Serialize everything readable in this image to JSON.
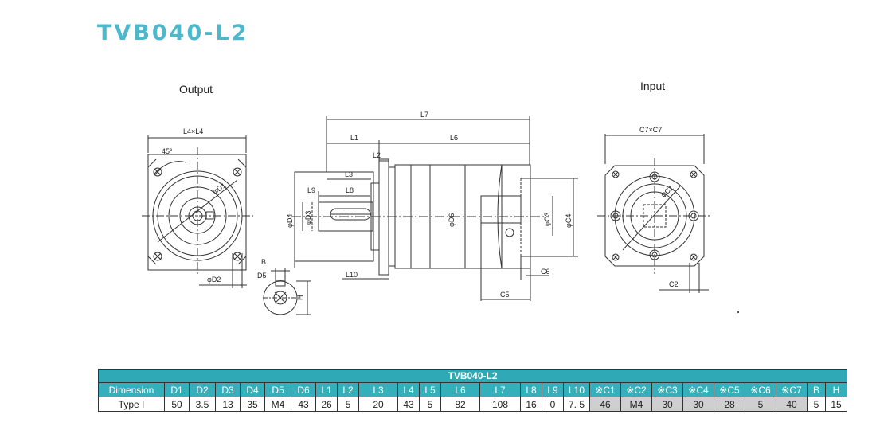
{
  "header": {
    "title": "TVB040-L2"
  },
  "views": {
    "output_label": "Output",
    "input_label": "Input"
  },
  "dimension_labels": {
    "out_width": "L4×L4",
    "out_angle": "45°",
    "out_d1": "φD1",
    "out_d2": "φD2",
    "side_l7": "L7",
    "side_l1": "L1",
    "side_l6": "L6",
    "side_l2": "L2",
    "side_l3": "L3",
    "side_l9": "L9",
    "side_l8": "L8",
    "side_d3": "φD3",
    "side_d4": "φD4",
    "side_d6": "φD6",
    "side_c3": "φC3",
    "side_c4": "φC4",
    "side_l10": "L10",
    "side_c6": "C6",
    "side_c5": "C5",
    "key_b": "B",
    "key_d5": "D5",
    "key_h": "H",
    "in_width": "C7×C7",
    "in_c1": "φC1",
    "in_c2": "C2"
  },
  "table": {
    "title": "TVB040-L2",
    "headers": [
      "Dimension",
      "D1",
      "D2",
      "D3",
      "D4",
      "D5",
      "D6",
      "L1",
      "L2",
      "L3",
      "L4",
      "L5",
      "L6",
      "L7",
      "L8",
      "L9",
      "L10",
      "※C1",
      "※C2",
      "※C3",
      "※C4",
      "※C5",
      "※C6",
      "※C7",
      "B",
      "H"
    ],
    "rows": [
      {
        "values": [
          "Type I",
          "50",
          "3.5",
          "13",
          "35",
          "M4",
          "43",
          "26",
          "5",
          "20",
          "43",
          "5",
          "82",
          "108",
          "16",
          "0",
          "7. 5",
          "46",
          "M4",
          "30",
          "30",
          "28",
          "5",
          "40",
          "5",
          "15"
        ]
      }
    ]
  }
}
